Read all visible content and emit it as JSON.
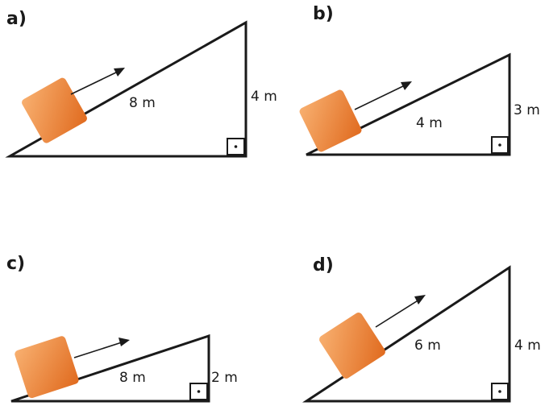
{
  "panels": [
    {
      "id": "a",
      "label": "a)",
      "hyp": "8 m",
      "height": "4 m"
    },
    {
      "id": "b",
      "label": "b)",
      "hyp": "4 m",
      "height": "3 m"
    },
    {
      "id": "c",
      "label": "c)",
      "hyp": "8 m",
      "height": "2 m"
    },
    {
      "id": "d",
      "label": "d)",
      "hyp": "6 m",
      "height": "4 m"
    }
  ],
  "colors": {
    "block_light": "#f6a55d",
    "block_dark": "#e06a1e",
    "line": "#1a1a1a"
  }
}
